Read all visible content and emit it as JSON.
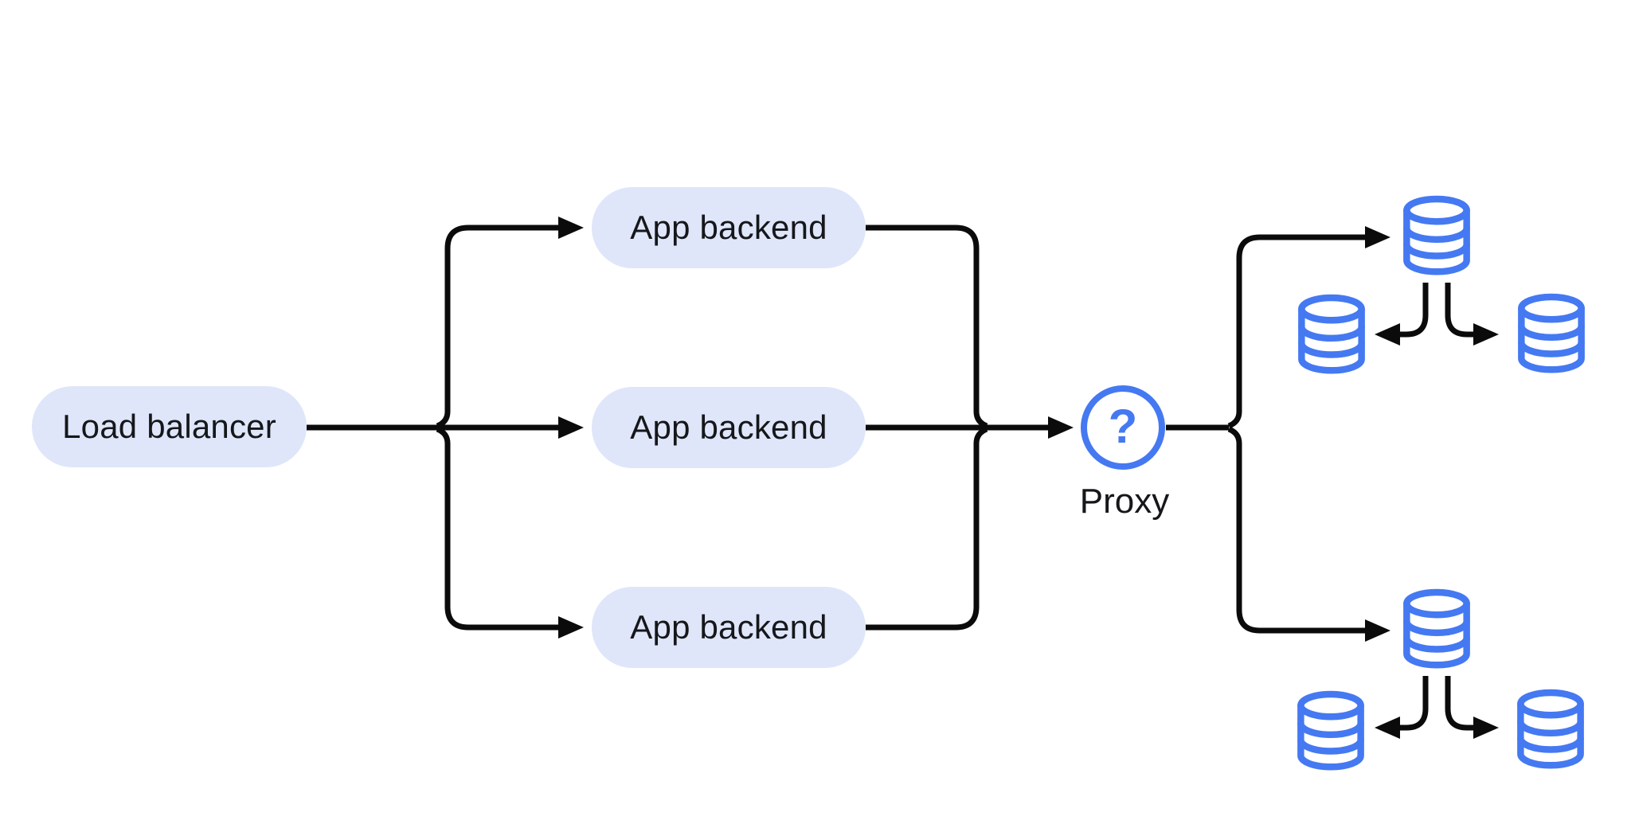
{
  "diagram": {
    "load_balancer": {
      "label": "Load balancer"
    },
    "app_backends": [
      {
        "label": "App backend"
      },
      {
        "label": "App backend"
      },
      {
        "label": "App backend"
      }
    ],
    "proxy": {
      "label": "Proxy",
      "symbol": "?",
      "icon": "question-mark-icon"
    },
    "databases": {
      "top_cluster": {
        "primary": "database-icon",
        "replicas": [
          "database-icon",
          "database-icon"
        ]
      },
      "bottom_cluster": {
        "primary": "database-icon",
        "replicas": [
          "database-icon",
          "database-icon"
        ]
      }
    },
    "edges": [
      {
        "from": "load-balancer",
        "to": "app-backend-1"
      },
      {
        "from": "load-balancer",
        "to": "app-backend-2"
      },
      {
        "from": "load-balancer",
        "to": "app-backend-3"
      },
      {
        "from": "app-backend-1",
        "to": "proxy"
      },
      {
        "from": "app-backend-2",
        "to": "proxy"
      },
      {
        "from": "app-backend-3",
        "to": "proxy"
      },
      {
        "from": "proxy",
        "to": "top-primary-database"
      },
      {
        "from": "proxy",
        "to": "bottom-primary-database"
      },
      {
        "from": "top-primary-database",
        "to": "top-replica-database-left"
      },
      {
        "from": "top-primary-database",
        "to": "top-replica-database-right"
      },
      {
        "from": "bottom-primary-database",
        "to": "bottom-replica-database-left"
      },
      {
        "from": "bottom-primary-database",
        "to": "bottom-replica-database-right"
      }
    ],
    "colors": {
      "accent_blue": "#4579f2",
      "node_fill": "#dfe6fa",
      "connector_black": "#0b0b0b",
      "text_black": "#15171a",
      "background": "#ffffff"
    }
  }
}
